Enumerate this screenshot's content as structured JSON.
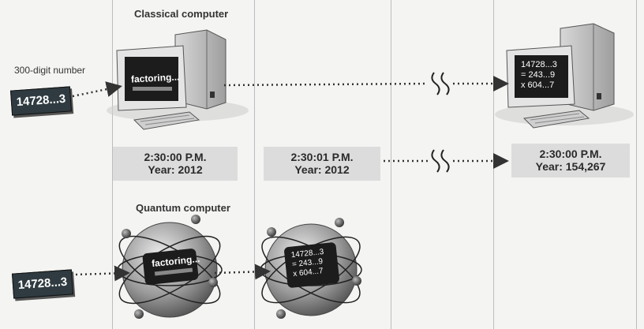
{
  "labels": {
    "classical_title": "Classical computer",
    "quantum_title": "Quantum computer",
    "input_label": "300-digit number"
  },
  "inputs": {
    "classical_number": "14728...3",
    "quantum_number": "14728...3"
  },
  "screens": {
    "classical_start": "factoring...",
    "quantum_start": "factoring...",
    "result_line1": "14728...3",
    "result_line2": "= 243...9",
    "result_line3": "x 604...7"
  },
  "times": {
    "box1": {
      "time": "2:30:00 P.M.",
      "year": "Year: 2012"
    },
    "box2": {
      "time": "2:30:01 P.M.",
      "year": "Year: 2012"
    },
    "box3": {
      "time": "2:30:00 P.M.",
      "year": "Year: 154,267"
    }
  },
  "colors": {
    "screen_bg": "#1c1c1c",
    "badge_bg": "#2f3b40",
    "time_box_bg": "#dcdcdc",
    "arrow": "#333333"
  }
}
